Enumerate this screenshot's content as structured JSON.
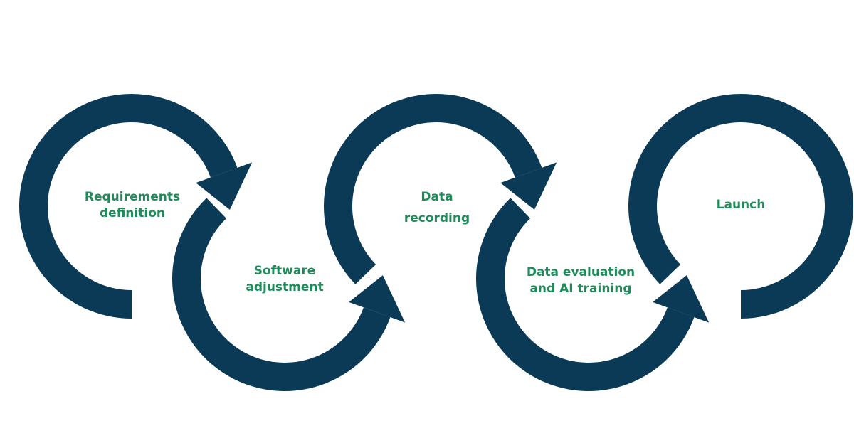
{
  "diagram": {
    "type": "process-flow",
    "colors": {
      "ring": "#0b3a56",
      "text": "#1e8c5a",
      "background": "#ffffff"
    },
    "steps": [
      {
        "id": "requirements",
        "lines": [
          "Requirements",
          "definition"
        ]
      },
      {
        "id": "software",
        "lines": [
          "Software",
          "adjustment"
        ]
      },
      {
        "id": "recording",
        "lines": [
          "Data",
          "recording"
        ]
      },
      {
        "id": "evaluation",
        "lines": [
          "Data evaluation",
          "and AI training"
        ]
      },
      {
        "id": "launch",
        "lines": [
          "Launch"
        ]
      }
    ]
  }
}
